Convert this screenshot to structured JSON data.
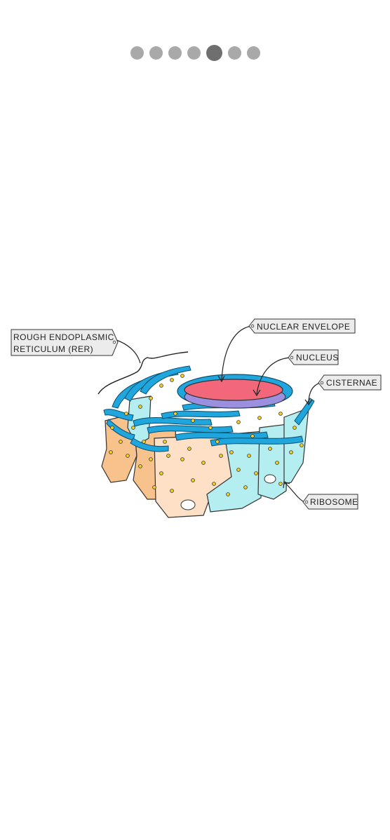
{
  "pager": {
    "total": 7,
    "active_index": 4
  },
  "diagram": {
    "labels": {
      "rer_line1": "ROUGH   ENDOPLASMIC",
      "rer_line2": "RETICULUM   (RER)",
      "nuclear_envelope": "NUCLEAR   ENVELOPE",
      "nucleus": "NUCLEUS",
      "cisternae": "CISTERNAE",
      "ribosome": "RIBOSOME"
    },
    "colors": {
      "membrane": "#1fa6dd",
      "lumen": "#b4eef0",
      "cytoplasm_light": "#fde0c6",
      "cytoplasm_dark": "#f8c28c",
      "nucleus": "#f2677a",
      "nucleus_inner": "#9b8fe0",
      "ribosome": "#f7d020",
      "label_bg": "#ececec"
    }
  }
}
